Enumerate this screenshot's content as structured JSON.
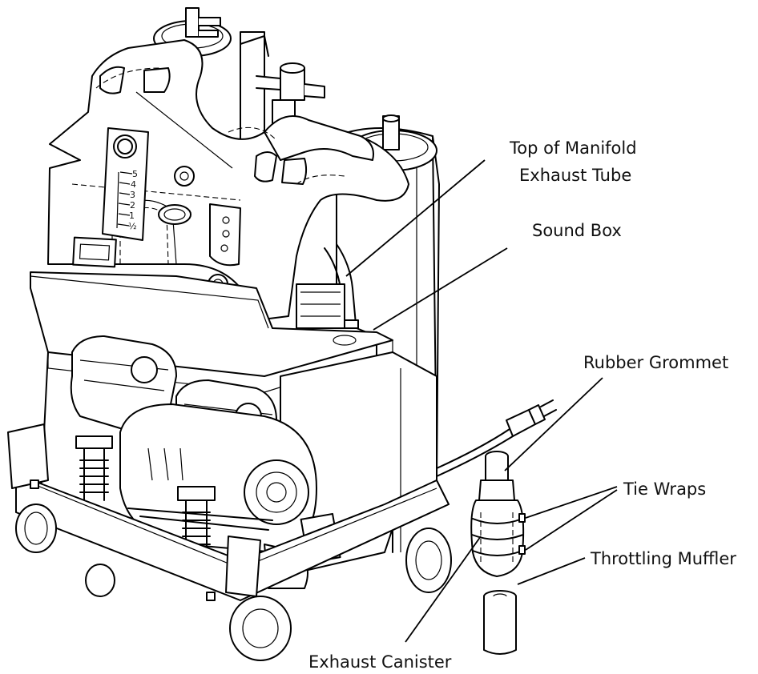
{
  "labels": {
    "top_manifold_line1": "Top of Manifold",
    "top_manifold_line2": "Exhaust Tube",
    "sound_box": "Sound Box",
    "rubber_grommet": "Rubber Grommet",
    "tie_wraps": "Tie Wraps",
    "throttling_muffler": "Throttling Muffler",
    "exhaust_canister": "Exhaust Canister"
  },
  "flowmeter_scale": [
    "5",
    "4",
    "3",
    "2",
    "1",
    "½"
  ],
  "colors": {
    "line": "#000000",
    "background": "#ffffff"
  }
}
